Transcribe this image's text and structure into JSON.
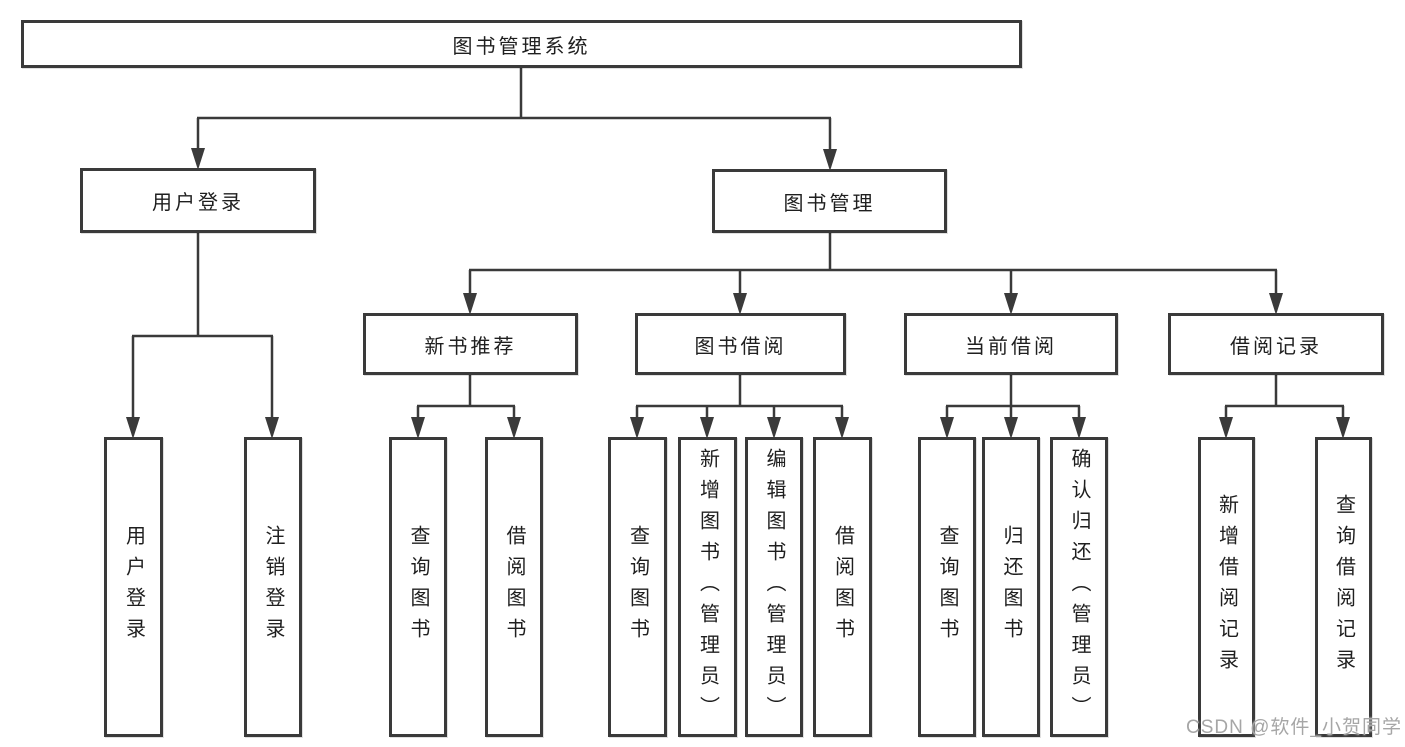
{
  "diagram": {
    "root": {
      "label": "图书管理系统"
    },
    "branches": [
      {
        "label": "用户登录",
        "children": [
          {
            "label": "用户登录"
          },
          {
            "label": "注销登录"
          }
        ]
      },
      {
        "label": "图书管理",
        "children": [
          {
            "label": "新书推荐",
            "children": [
              {
                "label": "查询图书"
              },
              {
                "label": "借阅图书"
              }
            ]
          },
          {
            "label": "图书借阅",
            "children": [
              {
                "label": "查询图书"
              },
              {
                "label": "新增图书（管理员）"
              },
              {
                "label": "编辑图书（管理员）"
              },
              {
                "label": "借阅图书"
              }
            ]
          },
          {
            "label": "当前借阅",
            "children": [
              {
                "label": "查询图书"
              },
              {
                "label": "归还图书"
              },
              {
                "label": "确认归还（管理员）"
              }
            ]
          },
          {
            "label": "借阅记录",
            "children": [
              {
                "label": "新增借阅记录"
              },
              {
                "label": "查询借阅记录"
              }
            ]
          }
        ]
      }
    ],
    "watermark": "CSDN @软件_小贺同学"
  },
  "colors": {
    "line": "#3a3a3a",
    "text": "#1f1f1f",
    "watermark": "#a6a6a6",
    "background": "#ffffff"
  }
}
